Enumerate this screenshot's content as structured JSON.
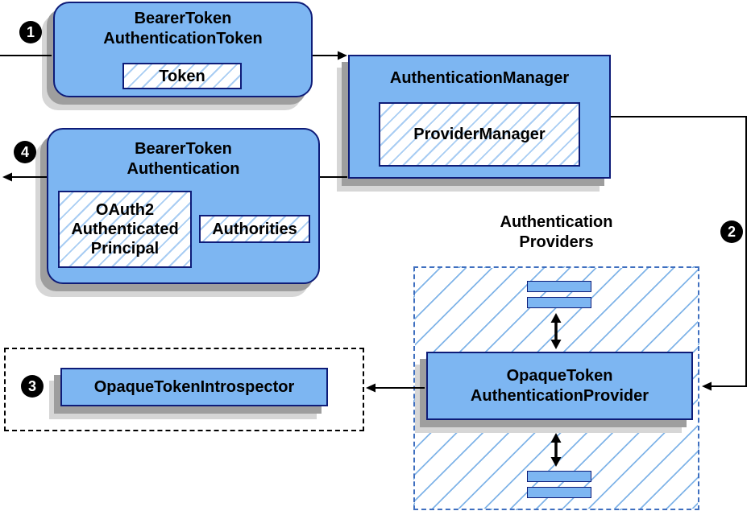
{
  "colors": {
    "box_fill": "#7db6f2",
    "box_border": "#0e1c78",
    "hatch_line": "#a9cdf3",
    "providers_hatch_line": "#80b4e8",
    "providers_dash": "#3f6fbf",
    "intro_dash": "#000000",
    "shadow_dark": "#9e9e9e",
    "shadow_light": "#d6d6d6",
    "arrow": "#000000",
    "badge_bg": "#000000",
    "badge_text": "#ffffff"
  },
  "badges": {
    "step1": "1",
    "step2": "2",
    "step3": "3",
    "step4": "4"
  },
  "bearer_token_authentication_token": {
    "title_line1": "BearerToken",
    "title_line2": "AuthenticationToken",
    "token_label": "Token"
  },
  "authentication_manager": {
    "title": "AuthenticationManager",
    "provider_manager_label": "ProviderManager"
  },
  "bearer_token_authentication": {
    "title_line1": "BearerToken",
    "title_line2": "Authentication",
    "principal_line1": "OAuth2",
    "principal_line2": "Authenticated",
    "principal_line3": "Principal",
    "authorities_label": "Authorities"
  },
  "authentication_providers": {
    "label_line1": "Authentication",
    "label_line2": "Providers",
    "provider_title_line1": "OpaqueToken",
    "provider_title_line2": "AuthenticationProvider"
  },
  "introspector": {
    "label": "OpaqueTokenIntrospector"
  }
}
